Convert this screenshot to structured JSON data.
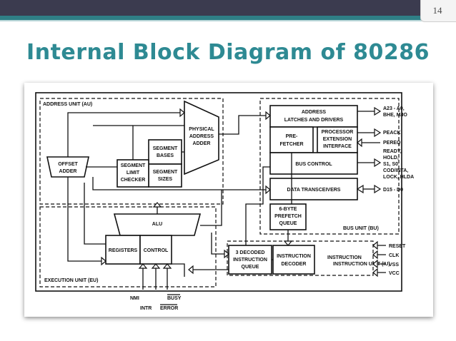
{
  "slide": {
    "page_number": "14",
    "title": "Internal Block Diagram of 80286"
  },
  "diagram": {
    "units": {
      "address_unit": "ADDRESS UNIT (AU)",
      "bus_unit": "BUS UNIT (BU)",
      "instruction_unit": "INSTRUCTION UNIT (IU)",
      "execution_unit": "EXECUTION UNIT (EU)"
    },
    "blocks": {
      "address_latches": [
        "ADDRESS",
        "LATCHES AND DRIVERS"
      ],
      "prefetcher": [
        "PRE-",
        "FETCHER"
      ],
      "processor_ext": [
        "PROCESSOR",
        "EXTENSION",
        "INTERFACE"
      ],
      "bus_control": "BUS CONTROL",
      "data_transceivers": "DATA TRANSCEIVERS",
      "prefetch_queue": [
        "6-BYTE",
        "PREFETCH",
        "QUEUE"
      ],
      "physical_adder": [
        "PHYSICAL",
        "ADDRESS",
        "ADDER"
      ],
      "segment_bases": [
        "SEGMENT",
        "BASES"
      ],
      "segment_sizes": [
        "SEGMENT",
        "SIZES"
      ],
      "segment_limit": [
        "SEGMENT",
        "LIMIT",
        "CHECKER"
      ],
      "offset_adder": [
        "OFFSET",
        "ADDER"
      ],
      "alu": "ALU",
      "registers": "REGISTERS",
      "control": "CONTROL",
      "decoded_queue": [
        "3 DECODED",
        "INSTRUCTION",
        "QUEUE"
      ],
      "instruction_decoder": [
        "INSTRUCTION",
        "DECODER"
      ]
    },
    "signals": {
      "a_bus": "A23 - A0,",
      "bhe": "BHE, M/IO",
      "peack": "PEACK",
      "pereq": "PEREQ",
      "ready": "READY,",
      "hold": "HOLD,",
      "st": "S1, S0",
      "cod": "COD/INTA,",
      "lock": "LOCK, HLDA",
      "d_bus": "D15 - D0",
      "reset": "RESET",
      "clk": "CLK",
      "vss": "VSS",
      "vcc": "VCC",
      "nmi": "NMI",
      "busy": "BUSY",
      "intr": "INTR",
      "error": "ERROR"
    }
  }
}
